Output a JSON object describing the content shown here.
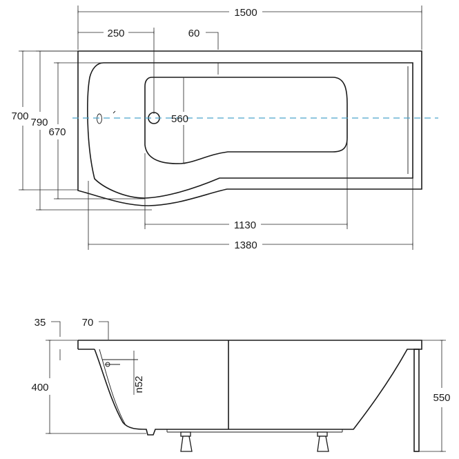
{
  "top_view": {
    "dimensions": {
      "overall_length": "1500",
      "offset_left": "250",
      "rim_width": "60",
      "overall_width": "700",
      "shaped_width": "790",
      "inner_width": "670",
      "drain_width": "560",
      "inner_length": "1130",
      "basin_length": "1380"
    }
  },
  "side_view": {
    "dimensions": {
      "rim_height": "35",
      "rim_offset": "70",
      "depth": "400",
      "overflow_label": "n52",
      "total_height": "550"
    }
  },
  "colors": {
    "outline": "#1a1a1a",
    "center_axis": "#4aa3c9"
  }
}
